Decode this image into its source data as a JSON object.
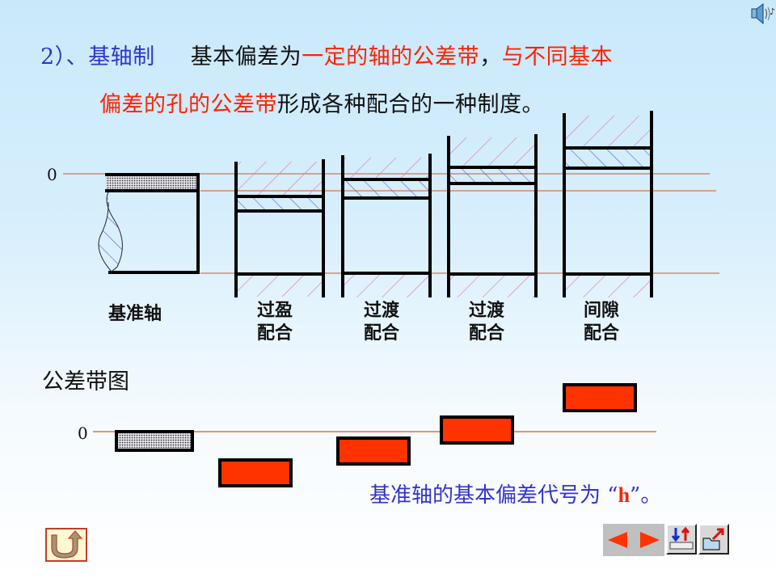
{
  "header": {
    "section_number": "2）、",
    "section_title": "基轴制",
    "definition_part1_black": "基本偏差为",
    "definition_part2_red": "一定的轴的公差带",
    "definition_comma": "，",
    "definition_part3_red": "与不同基本",
    "definition_part4_red": "偏差的孔的公差带",
    "definition_part5_black": "形成各种配合的一种制度。"
  },
  "diagram": {
    "zero_label": "0",
    "labels": {
      "reference_shaft": "基准轴",
      "interference_fit_line1": "过盈",
      "interference_fit_line2": "配合",
      "transition_fit_1_line1": "过渡",
      "transition_fit_1_line2": "配合",
      "transition_fit_2_line1": "过渡",
      "transition_fit_2_line2": "配合",
      "clearance_fit_line1": "间隙",
      "clearance_fit_line2": "配合"
    },
    "colors": {
      "zero_line": "#e05020",
      "hatch_hole": "#e070b0",
      "hatch_shaft": "#5060c0",
      "outline": "#000000"
    }
  },
  "tolerance_band": {
    "title": "公差带图",
    "zero_label": "0",
    "shaft_band_color": "#9a9aa8",
    "hole_band_color": "#ff3300",
    "bands": [
      {
        "name": "shaft-h",
        "type": "shaft"
      },
      {
        "name": "hole-1",
        "type": "hole"
      },
      {
        "name": "hole-2",
        "type": "hole"
      },
      {
        "name": "hole-3",
        "type": "hole"
      },
      {
        "name": "hole-4",
        "type": "hole"
      }
    ]
  },
  "note": {
    "text_before": "基准轴的基本偏差代号为 “",
    "code": "h",
    "text_after": "”。"
  },
  "navigation": {
    "home_icon": "u-turn-return-icon",
    "prev_icon": "triangle-left-icon",
    "next_icon": "triangle-right-icon",
    "updown_icon": "up-down-arrows-icon",
    "open_icon": "folder-export-icon",
    "speaker_icon": "speaker-sound-icon",
    "arrow_color": "#ff3300"
  }
}
